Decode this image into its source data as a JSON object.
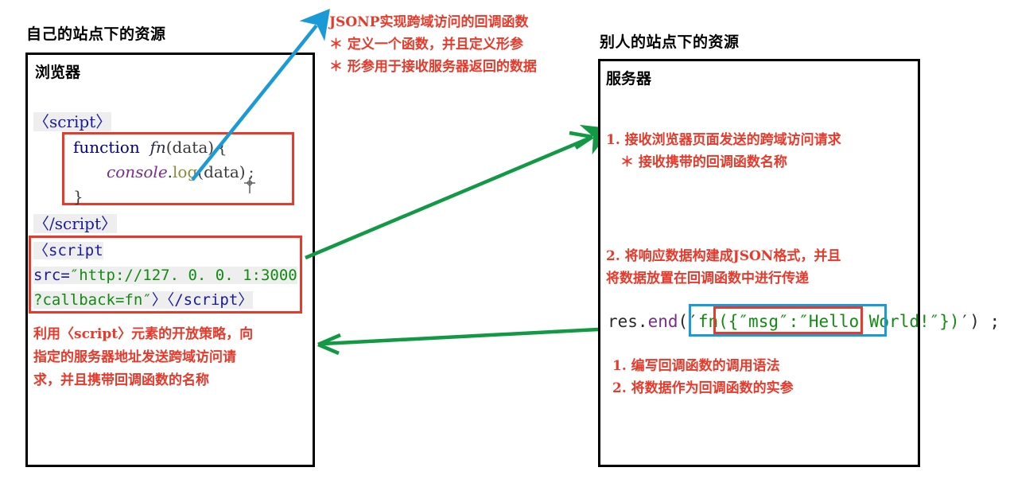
{
  "page": {
    "title": "JSONP 跨域访问示意图",
    "colors": {
      "red": "#e8392a",
      "blue": "#1a9ad6",
      "green": "#119944",
      "navy": "#000080",
      "purple": "#7b2d8e",
      "black": "#000000"
    }
  },
  "left_panel": {
    "caption": "自己的站点下的资源",
    "box_title": "浏览器",
    "script_open": "〈script〉",
    "script_close": "〈/script〉",
    "code_block_1": {
      "line1_kw": "function",
      "line1_fn": "fn",
      "line1_args": "(data) {",
      "line2_obj": "console",
      "line2_dot": ".",
      "line2_method": "log",
      "line2_args": "(data) ;",
      "line3": "}"
    },
    "code_block_2": {
      "line1_tag": "〈script",
      "line2_attr": "src=",
      "line2_value": "″http://127. 0. 0. 1:3000",
      "line3_value": "?callback=fn″",
      "line3_close": "〉〈/script〉"
    },
    "note_lines": [
      "利用〈script〉元素的开放策略，向",
      "指定的服务器地址发送跨域访问请",
      "求，并且携带回调函数的名称"
    ]
  },
  "top_annotation": {
    "lines": [
      "JSONP实现跨域访问的回调函数",
      "＊ 定义一个函数，并且定义形参",
      "＊ 形参用于接收服务器返回的数据"
    ]
  },
  "right_panel": {
    "caption": "别人的站点下的资源",
    "box_title": "服务器",
    "step1_lines": [
      "1. 接收浏览器页面发送的跨域访问请求",
      "＊ 接收携带的回调函数名称"
    ],
    "step2_lines": [
      "2. 将响应数据构建成JSON格式，并且",
      "将数据放置在回调函数中进行传递"
    ],
    "code_line": {
      "res": "res.",
      "end": "end",
      "open_paren": "(′",
      "fn": "fn",
      "lparen": "(",
      "json": "{″msg″:″Hello World!″}",
      "rparen": ")",
      "close_paren": "′) ;"
    },
    "footer_lines": [
      "1. 编写回调函数的调用语法",
      "2. 将数据作为回调函数的实参"
    ]
  },
  "arrows": {
    "blue_up_right": "blue-arrow-to-jsonp-note",
    "green_request": "green-arrow-request-to-server",
    "green_response": "green-arrow-response-to-browser"
  }
}
